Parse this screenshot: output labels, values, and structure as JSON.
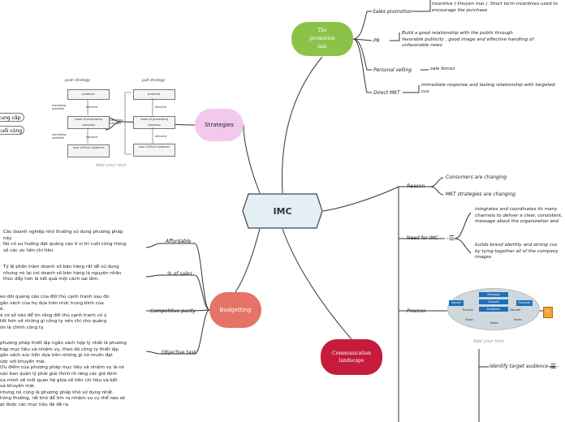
{
  "central": {
    "title": "IMC"
  },
  "promotion_mix": {
    "title_lines": [
      "The",
      "promotion",
      "mix"
    ],
    "items": [
      {
        "label": "Sales promotion",
        "detail": [
          "incentive ( khuyen mai ). Short term incentives used to",
          "encourage the purchase"
        ]
      },
      {
        "label": "PR",
        "detail": [
          "Build a good relationship with the public through",
          "favorable publicity , good image and effective handling of",
          "unfavorable news"
        ]
      },
      {
        "label": "Personal selling",
        "detail": [
          "sale forces"
        ]
      },
      {
        "label": "Direct MKT",
        "detail": [
          "immediate response and lasting relationship with targeted",
          "cus"
        ]
      }
    ]
  },
  "strategies": {
    "title": "Strategies",
    "left_items": [
      "cung cấp",
      "cuối cùng"
    ],
    "caption": "Add your text",
    "push": {
      "title": "push strategy",
      "boxes": [
        "producer",
        "trade of processing company",
        "user of final customer"
      ],
      "labels": [
        "marketing activities",
        "demand",
        "marketing activities",
        "demand"
      ]
    },
    "pull": {
      "title": "pull strategy",
      "boxes": [
        "producer",
        "trade of processing company",
        "user of final customer"
      ],
      "labels": [
        "demand",
        "marketing activities",
        "demand"
      ]
    }
  },
  "budgeting": {
    "title": "Budgetting",
    "items": [
      {
        "label": "Affordable",
        "text": [
          "Các doanh nghiệp nhỏ thường sử dụng phương pháp",
          "này",
          "Nó có xu hướng đặt quảng cáo ở vị trí cuối cùng trong",
          "số các ưu tiên chi tiêu"
        ]
      },
      {
        "label": "% of sales",
        "text": [
          "Tỷ lệ phần trăm doanh số bán hàng rất dễ sử dụng",
          "nhưng nó lại coi doanh số bán hàng là nguyên nhân",
          "thúc đẩy hơn là kết quả một cách sai lầm."
        ]
      },
      {
        "label": "Competitive parity",
        "text": [
          "eo dõi quảng cáo của đối thủ cạnh tranh sau đó",
          "gân sách của họ dựa trên mức trung bình của",
          "é.",
          "ó cơ sở nào để tin rằng đối thủ cạnh tranh có ý",
          "tốt hơn về những gì công ty nên chi cho quảng",
          "ơn là chính công ty."
        ]
      },
      {
        "label": "Objective task",
        "text": [
          "phương pháp thiết lập ngân sách hợp lý nhất là phương",
          "háp mục tiêu và nhiệm vụ, theo đó công ty thiết lập",
          "gân sách xúc tiến dựa trên những gì nó muốn đạt",
          "ược với khuyến mãi.",
          "Ưu điểm của phương pháp mục tiêu và nhiệm vụ là nó",
          "uộc ban quản lý phải giải thích rõ ràng các giả định",
          "ủa mình về mối quan hệ giữa số tiền chi tiêu và kết",
          "uả khuyến mãi.",
          "nhưng nó cũng là phương pháp khó sử dụng nhất.",
          "hông thường, rất khó để tìm ra nhiệm vụ cụ thể nào sẽ",
          "ạt được các mục tiêu đã đề ra."
        ]
      }
    ]
  },
  "communication": {
    "title_lines": [
      "Communication",
      "landscape"
    ],
    "reason": {
      "label": "Reason",
      "items": [
        "Consumers are changing",
        "MKT strategies are changing"
      ]
    },
    "need": {
      "label": "Need for IMC",
      "note_icon": "notes-icon",
      "items": [
        [
          "integrates and coordinates its many",
          "channels to deliver a clear, consistent,",
          "message about the organization and"
        ],
        [
          "builds brand identity and strong cus",
          "by tying together all of the company",
          "images"
        ]
      ]
    },
    "process": {
      "label": "Process",
      "caption": "Add your text",
      "diagram": {
        "center": [
          "Message",
          "Channel",
          "Feedback"
        ],
        "left": "Sender",
        "right": "Receiver",
        "noise": [
          "Noise",
          "Noise",
          "Noise"
        ],
        "sub": [
          "Encode",
          "Decode"
        ]
      }
    },
    "identify": {
      "label": "Identify target audience"
    }
  },
  "colors": {
    "promotion": "#8bc34a",
    "strategies": "#f2c8ec",
    "budgeting": "#e57368",
    "communication": "#c51c3c",
    "central": "#e3eef5"
  }
}
